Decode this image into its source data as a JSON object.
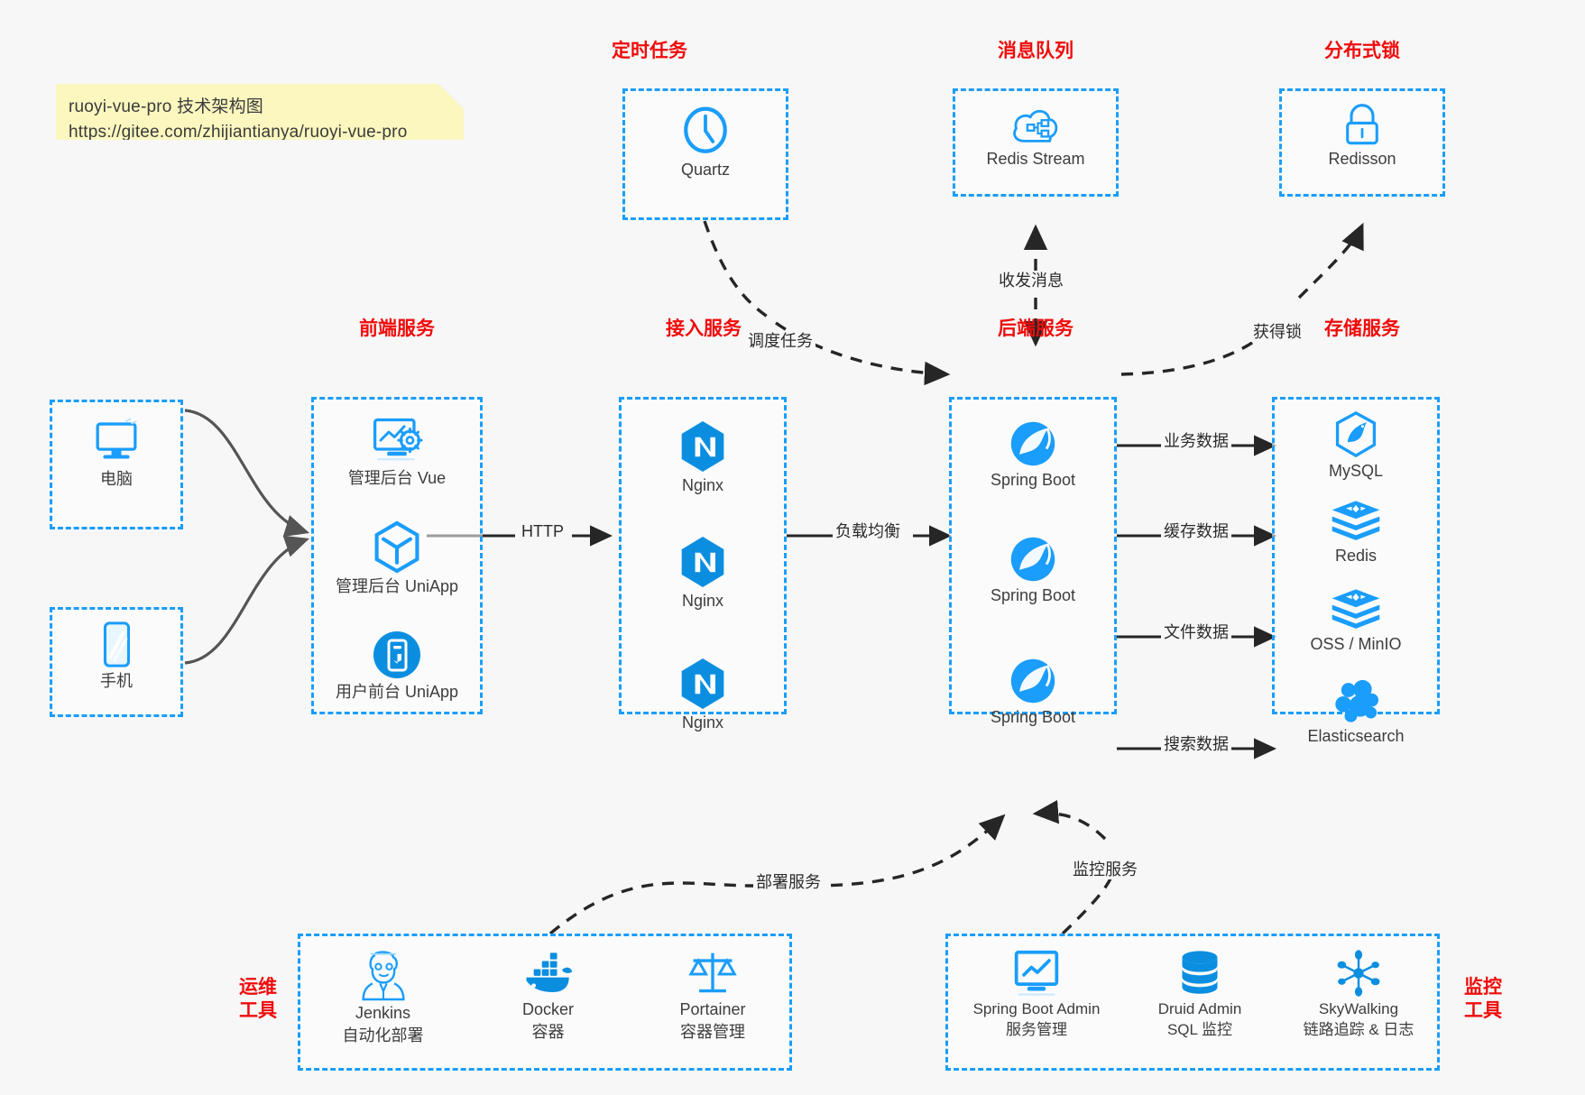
{
  "note": {
    "line1": "ruoyi-vue-pro 技术架构图",
    "line2": "https://gitee.com/zhijiantianya/ruoyi-vue-pro"
  },
  "colors": {
    "accent_blue": "#1a9dfb",
    "caption_red": "#f00b0b",
    "note_yellow": "#fbf7bf",
    "background": "#f7f7f7",
    "arrow_dark": "#262626",
    "arrow_gray": "#555555",
    "label_text": "#3d3d3d"
  },
  "groups": {
    "scheduler": {
      "caption": "定时任务",
      "nodes": [
        {
          "label": "Quartz",
          "icon": "clock-icon"
        }
      ]
    },
    "mq": {
      "caption": "消息队列",
      "nodes": [
        {
          "label": "Redis Stream",
          "icon": "cloud-node-icon"
        }
      ]
    },
    "lock": {
      "caption": "分布式锁",
      "nodes": [
        {
          "label": "Redisson",
          "icon": "padlock-icon"
        }
      ]
    },
    "clients": {
      "nodes": [
        {
          "label": "电脑",
          "icon": "desktop-icon"
        },
        {
          "label": "手机",
          "icon": "smartphone-icon"
        }
      ]
    },
    "frontend": {
      "caption": "前端服务",
      "nodes": [
        {
          "label": "管理后台 Vue",
          "icon": "dashboard-gear-icon"
        },
        {
          "label": "管理后台 UniApp",
          "icon": "hexagon-cube-icon"
        },
        {
          "label": "用户前台 UniApp",
          "icon": "mobile-app-icon"
        }
      ]
    },
    "gateway": {
      "caption": "接入服务",
      "nodes": [
        {
          "label": "Nginx",
          "icon": "nginx-icon"
        },
        {
          "label": "Nginx",
          "icon": "nginx-icon"
        },
        {
          "label": "Nginx",
          "icon": "nginx-icon"
        }
      ]
    },
    "backend": {
      "caption": "后端服务",
      "nodes": [
        {
          "label": "Spring Boot",
          "icon": "spring-boot-icon"
        },
        {
          "label": "Spring Boot",
          "icon": "spring-boot-icon"
        },
        {
          "label": "Spring Boot",
          "icon": "spring-boot-icon"
        }
      ]
    },
    "storage": {
      "caption": "存储服务",
      "nodes": [
        {
          "label": "MySQL",
          "icon": "mysql-dolphin-icon"
        },
        {
          "label": "Redis",
          "icon": "redis-stack-icon"
        },
        {
          "label": "OSS / MinIO",
          "icon": "redis-stack-icon"
        },
        {
          "label": "Elasticsearch",
          "icon": "elasticsearch-icon"
        }
      ]
    },
    "devops": {
      "caption_line1": "运维",
      "caption_line2": "工具",
      "nodes": [
        {
          "label": "Jenkins",
          "sub": "自动化部署",
          "icon": "jenkins-butler-icon"
        },
        {
          "label": "Docker",
          "sub": "容器",
          "icon": "docker-whale-icon"
        },
        {
          "label": "Portainer",
          "sub": "容器管理",
          "icon": "scales-icon"
        }
      ]
    },
    "monitor": {
      "caption_line1": "监控",
      "caption_line2": "工具",
      "nodes": [
        {
          "label": "Spring Boot Admin",
          "sub": "服务管理",
          "icon": "monitor-chart-icon"
        },
        {
          "label": "Druid Admin",
          "sub": "SQL 监控",
          "icon": "database-icon"
        },
        {
          "label": "SkyWalking",
          "sub": "链路追踪 & 日志",
          "icon": "skywalking-node-icon"
        }
      ]
    }
  },
  "edges": {
    "schedule_task": "调度任务",
    "send_receive_message": "收发消息",
    "acquire_lock": "获得锁",
    "http": "HTTP",
    "load_balance": "负载均衡",
    "business_data": "业务数据",
    "cache_data": "缓存数据",
    "file_data": "文件数据",
    "search_data": "搜索数据",
    "deploy_service": "部署服务",
    "monitor_service": "监控服务"
  }
}
